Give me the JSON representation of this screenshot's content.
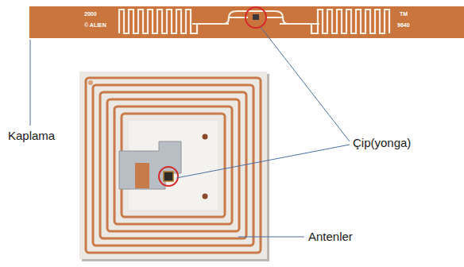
{
  "diagram": {
    "labels": [
      "2000",
      "© ALIEN",
      "TM",
      "9640",
      "Kaplama",
      "Çip(yonga)",
      "Antenler"
    ]
  }
}
